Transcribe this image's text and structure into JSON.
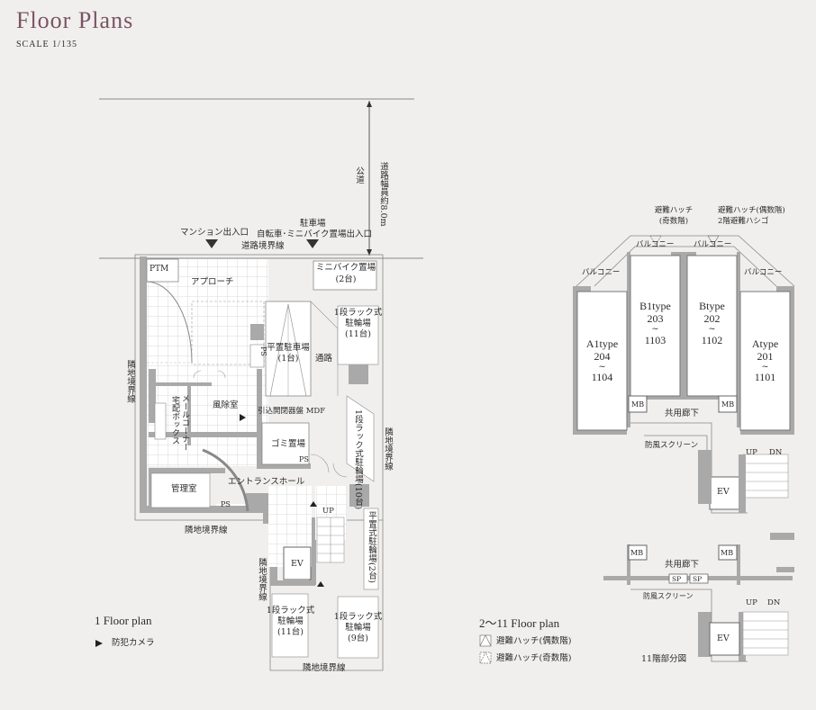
{
  "header": {
    "title": "Floor Plans",
    "scale": "SCALE 1/135"
  },
  "plan1": {
    "title": "1 Floor plan",
    "legend_camera": "防犯カメラ",
    "labels": {
      "public_road": "公道",
      "road_width": "道路幅員約8.0m",
      "mansion_entrance": "マンション出入口",
      "parking_title": "駐車場",
      "parking_sub": "自転車･ミニバイク置場出入口",
      "road_boundary": "道路境界線",
      "mini_bike": "ミニバイク置場",
      "mini_bike_count": "(2台)",
      "ptm": "PTM",
      "approach": "アプローチ",
      "rack1_a": "1段ラック式",
      "rack1_b": "駐輪場",
      "rack1_c": "(11台)",
      "flat_parking": "平置駐車場",
      "flat_parking_count": "(1台)",
      "passage": "通路",
      "ps1": "PS",
      "wind_room": "風除室",
      "delivery_box": "宅配ボックス",
      "mail_corner": "メールコーナー",
      "mdf": "引込開閉器盤 MDF",
      "rack_v": "1段ラック式駐輪場(10台)",
      "garbage": "ゴミ置場",
      "ps2": "PS",
      "entrance_hall": "エントランスホール",
      "management": "管理室",
      "ps3": "PS",
      "flat_bike": "平置式駐輪場(2台)",
      "up": "UP",
      "ev": "EV",
      "neighbor_left": "隣地境界線",
      "neighbor_right": "隣地境界線",
      "neighbor_mid": "隣地境界線",
      "neighbor_lower": "隣地境界線",
      "neighbor_bottom": "隣地境界線",
      "rack2_a": "1段ラック式",
      "rack2_b": "駐輪場",
      "rack2_c": "(11台)",
      "rack3_a": "1段ラック式",
      "rack3_b": "駐輪場",
      "rack3_c": "(9台)"
    }
  },
  "plan2": {
    "title": "2〜11 Floor plan",
    "legend_even": "避難ハッチ(偶数階)",
    "legend_odd": "避難ハッチ(奇数階)",
    "hatch_odd_a": "避難ハッチ",
    "hatch_odd_b": "(奇数階)",
    "hatch_even_a": "避難ハッチ(偶数階)",
    "hatch_even_b": "2階避難ハシゴ",
    "balcony": "バルコニー",
    "units": [
      {
        "type": "A1type",
        "rooms": [
          "204",
          "~",
          "1104"
        ]
      },
      {
        "type": "B1type",
        "rooms": [
          "203",
          "~",
          "1103"
        ]
      },
      {
        "type": "Btype",
        "rooms": [
          "202",
          "~",
          "1102"
        ]
      },
      {
        "type": "Atype",
        "rooms": [
          "201",
          "~",
          "1101"
        ]
      }
    ],
    "mb": "MB",
    "corridor": "共用廊下",
    "screen": "防風スクリーン",
    "up": "UP",
    "dn": "DN",
    "ev": "EV"
  },
  "plan11": {
    "caption": "11階部分図",
    "mb": "MB",
    "corridor": "共用廊下",
    "sp": "SP",
    "screen": "防風スクリーン",
    "up": "UP",
    "dn": "DN",
    "ev": "EV"
  }
}
